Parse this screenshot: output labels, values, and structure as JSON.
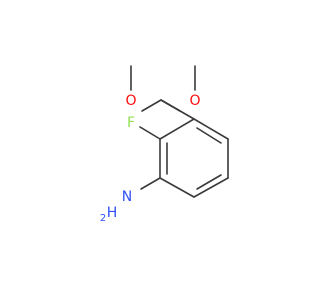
{
  "molecule": {
    "atoms": {
      "o_left": "O",
      "o_right": "O",
      "fluorine": "F",
      "nitrogen": "N",
      "h2": "H"
    },
    "colors": {
      "oxygen": "#ff0d0d",
      "fluorine": "#90e050",
      "nitrogen": "#3050f8",
      "bond": "#3a3a3a"
    }
  }
}
